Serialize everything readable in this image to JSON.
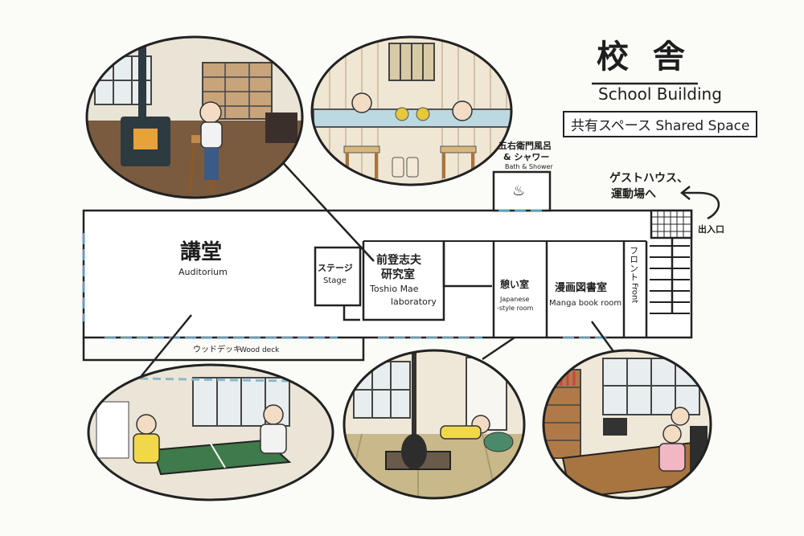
{
  "title": {
    "jp": "校 舎",
    "en": "School Building",
    "shared_space": "共有スペース Shared Space"
  },
  "rooms": {
    "auditorium": {
      "jp": "講堂",
      "en": "Auditorium"
    },
    "stage": {
      "jp": "ステージ",
      "en": "Stage"
    },
    "laboratory": {
      "jp_line1": "前登志夫",
      "jp_line2": "研究室",
      "en_line1": "Toshio Mae",
      "en_line2": "laboratory"
    },
    "japanese_room": {
      "jp": "憩い室",
      "en_line1": "Japanese",
      "en_line2": "-style room"
    },
    "manga_room": {
      "jp": "漫画図書室",
      "en": "Manga book room"
    },
    "front": {
      "jp": "フロント",
      "en": "Front"
    },
    "bath": {
      "jp_line1": "五右衛門風呂",
      "jp_line2": "& シャワー",
      "en": "Bath & Shower"
    },
    "wood_deck": {
      "jp": "ウッドデッキ",
      "en": "Wood deck"
    },
    "entrance": {
      "jp": "出入口"
    },
    "guesthouse": {
      "line1": "ゲストハウス、",
      "line2": "運動場へ"
    }
  },
  "colors": {
    "ink": "#222222",
    "wall_accent": "#4aa8c8",
    "tatami": "#c9b98a",
    "wood": "#a8743f",
    "dark_floor": "#5a4636",
    "sky_window": "#e8eef0"
  }
}
